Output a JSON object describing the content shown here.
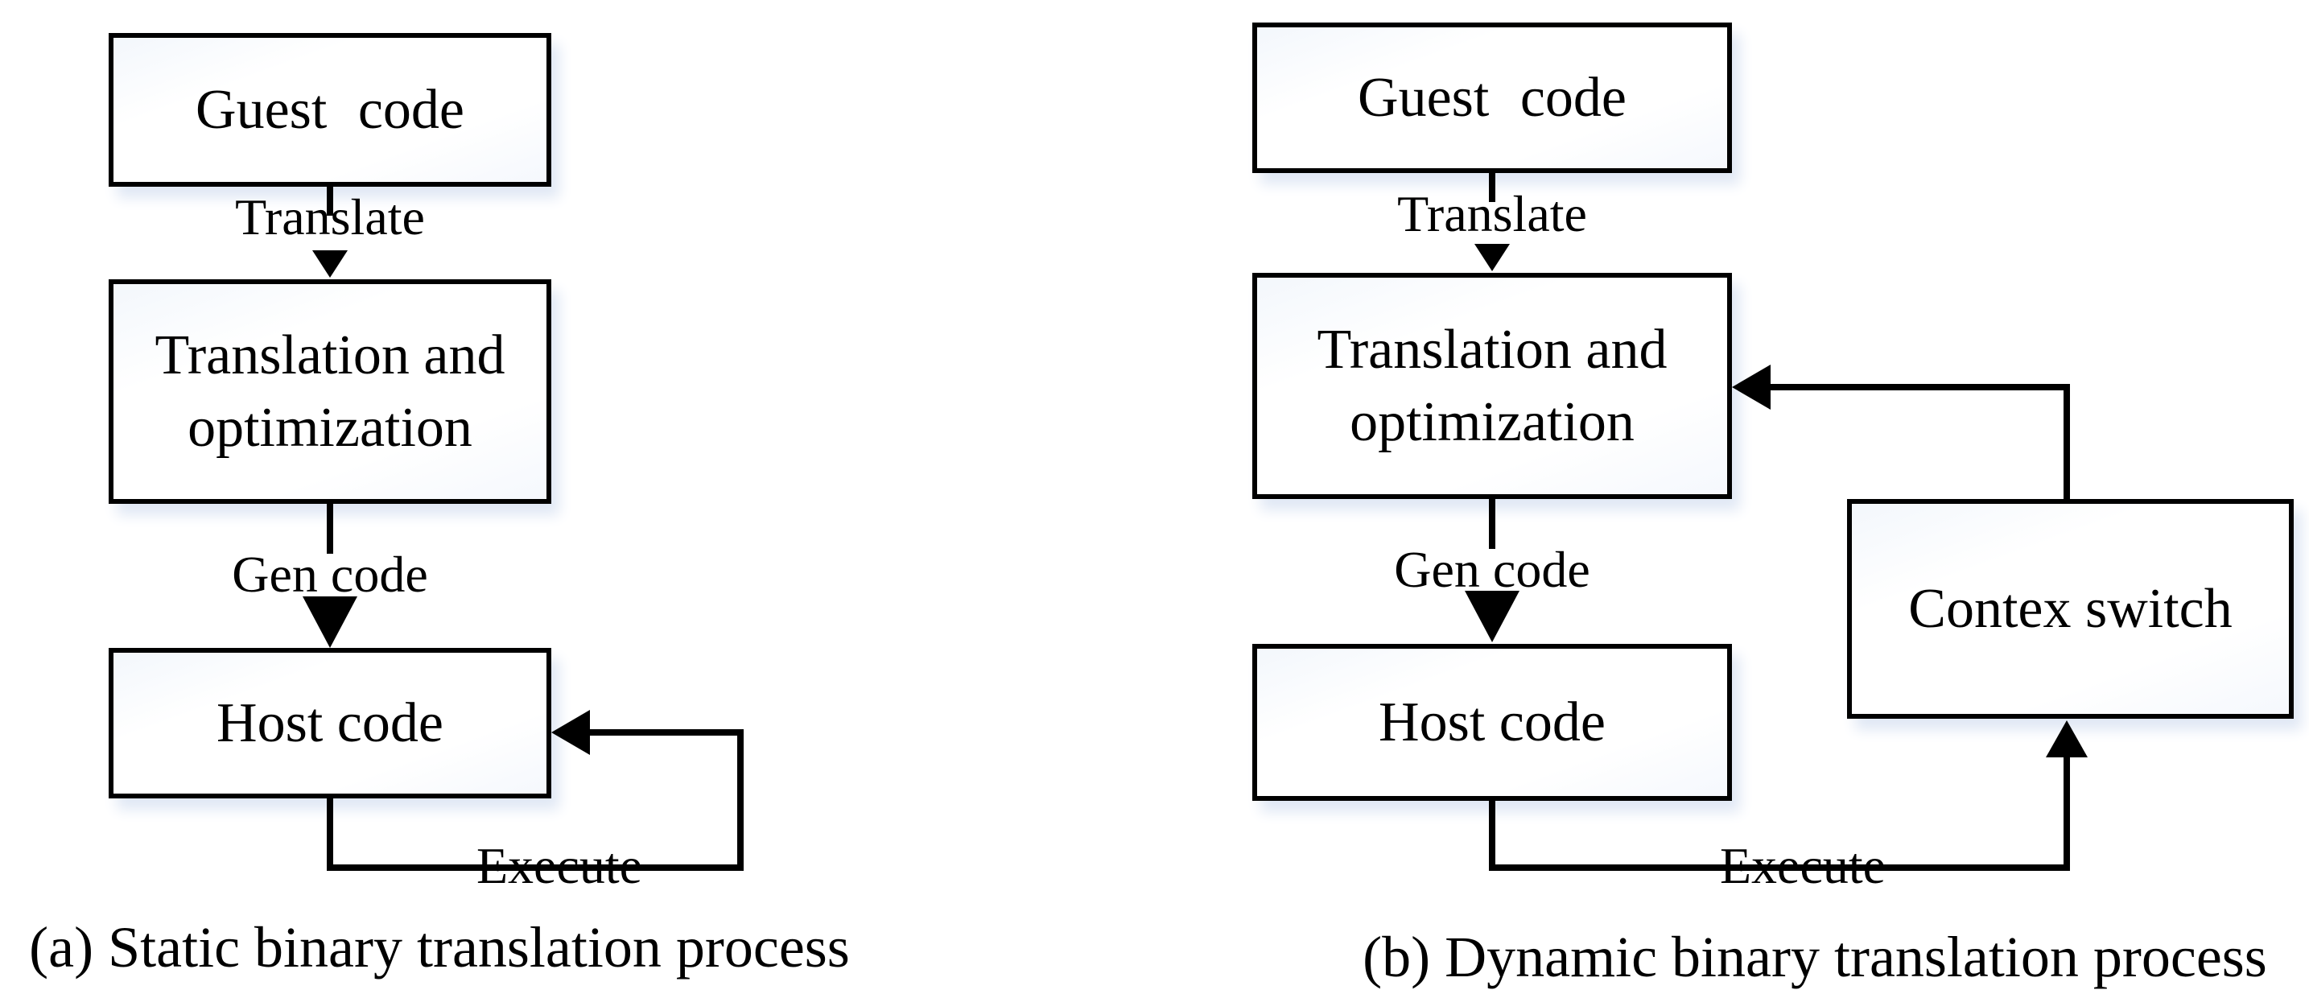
{
  "figure": {
    "panels": [
      {
        "id": "a",
        "caption": "(a) Static binary translation process",
        "nodes": {
          "guest": "Guest code",
          "translation": "Translation and optimization",
          "host": "Host code"
        },
        "edge_labels": {
          "translate": "Translate",
          "gen_code": "Gen code",
          "execute": "Execute"
        },
        "edges": [
          {
            "from": "guest",
            "to": "translation",
            "label": "Translate"
          },
          {
            "from": "translation",
            "to": "host",
            "label": "Gen code"
          },
          {
            "from": "host",
            "to": "host",
            "label": "Execute"
          }
        ]
      },
      {
        "id": "b",
        "caption": "(b) Dynamic binary translation process",
        "nodes": {
          "guest": "Guest code",
          "translation": "Translation and optimization",
          "host": "Host code",
          "context_switch": "Contex switch"
        },
        "edge_labels": {
          "translate": "Translate",
          "gen_code": "Gen code",
          "execute": "Execute"
        },
        "edges": [
          {
            "from": "guest",
            "to": "translation",
            "label": "Translate"
          },
          {
            "from": "translation",
            "to": "host",
            "label": "Gen code"
          },
          {
            "from": "host",
            "to": "context_switch",
            "label": "Execute"
          },
          {
            "from": "context_switch",
            "to": "translation",
            "label": ""
          }
        ]
      }
    ],
    "colors": {
      "line": "#000000",
      "text": "#000000",
      "box_fill": "#ffffff",
      "box_shadow": "#e0e8f5",
      "background": "#ffffff"
    }
  }
}
